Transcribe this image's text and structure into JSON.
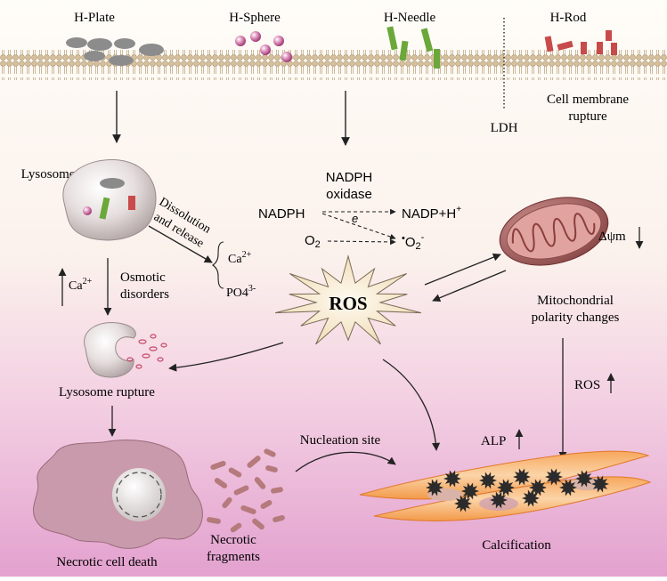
{
  "particles": {
    "plate": "H-Plate",
    "sphere": "H-Sphere",
    "needle": "H-Needle",
    "rod": "H-Rod"
  },
  "membrane": {
    "ldh": "LDH",
    "rupture_line1": "Cell membrane",
    "rupture_line2": "rupture"
  },
  "lysosome": {
    "label": "Lysosome",
    "dissolution_line1": "Dissolution",
    "dissolution_line2": "and release",
    "calcium_up": "Ca",
    "calcium_up_sup": "2+",
    "osmotic_line1": "Osmotic",
    "osmotic_line2": "disorders",
    "ion_ca": "Ca",
    "ion_ca_sup": "2+",
    "ion_po4": "PO4",
    "ion_po4_sup": "3-",
    "rupture": "Lysosome rupture"
  },
  "nadph": {
    "oxidase_line1": "NADPH",
    "oxidase_line2": "oxidase",
    "substrate": "NADPH",
    "electron": "e",
    "product": "NADP+H",
    "product_sup": "+",
    "oxygen": "O",
    "oxygen_sub": "2",
    "superoxide_dot": "•",
    "superoxide": "O",
    "superoxide_sub": "2",
    "superoxide_sup": "-"
  },
  "ros": {
    "label": "ROS"
  },
  "mitochondria": {
    "potential": "Δψm",
    "line1": "Mitochondrial",
    "line2": "polarity changes",
    "ros_up": "ROS"
  },
  "necrosis": {
    "death": "Necrotic cell death",
    "fragments_line1": "Necrotic",
    "fragments_line2": "fragments",
    "nucleation": "Nucleation site"
  },
  "calcification": {
    "alp": "ALP",
    "label": "Calcification"
  },
  "colors": {
    "background_top": "#fffdf8",
    "background_bottom": "#e7a7d4",
    "membrane_head": "#d8c4a0",
    "plate": "#8a8a8a",
    "sphere": "#b34a8a",
    "needle": "#6aa83a",
    "rod": "#c84a4a",
    "lysosome_fill": "#d8cfcf",
    "ros_fill": "#f3e6c8",
    "mito_fill": "#a9615f",
    "cell_orange": "#f7a65a",
    "necrotic_fill": "#c89bac",
    "fragment": "#b47a7a",
    "crystal": "#2b2b2b"
  }
}
